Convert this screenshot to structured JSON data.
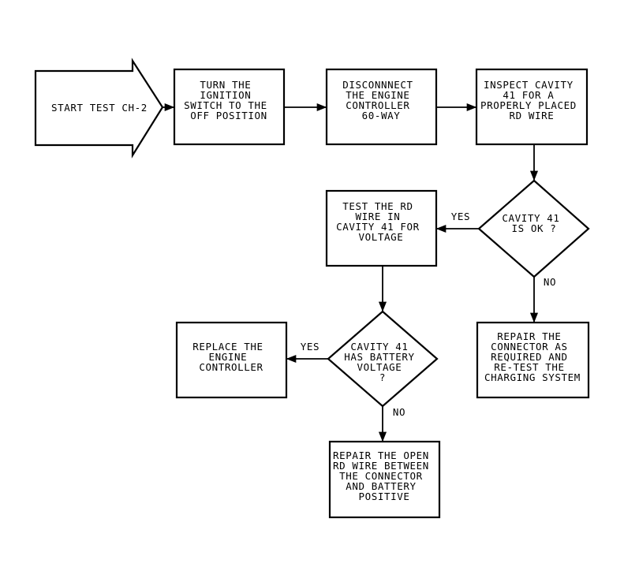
{
  "nodes": {
    "start": [
      "START TEST CH-2"
    ],
    "turn_ignition": [
      "TURN THE",
      "IGNITION",
      "SWITCH TO THE",
      "OFF POSITION"
    ],
    "disconnect": [
      "DISCONNNECT",
      "THE ENGINE",
      "CONTROLLER",
      "60-WAY"
    ],
    "inspect": [
      "INSPECT CAVITY",
      "41 FOR A",
      "PROPERLY PLACED",
      "RD WIRE"
    ],
    "cavity_ok": [
      "CAVITY 41",
      "IS OK ?"
    ],
    "test_voltage": [
      "TEST THE RD",
      "WIRE IN",
      "CAVITY 41 FOR",
      "VOLTAGE"
    ],
    "repair_connector": [
      "REPAIR THE",
      "CONNECTOR AS",
      "REQUIRED AND",
      "RE-TEST THE",
      "CHARGING SYSTEM"
    ],
    "has_voltage": [
      "CAVITY 41",
      "HAS BATTERY",
      "VOLTAGE",
      "?"
    ],
    "replace_controller": [
      "REPLACE THE",
      "ENGINE",
      "CONTROLLER"
    ],
    "repair_open": [
      "REPAIR THE OPEN",
      "RD WIRE BETWEEN",
      "THE CONNECTOR",
      "AND BATTERY",
      "POSITIVE"
    ]
  },
  "branch_labels": {
    "yes": "YES",
    "no": "NO"
  }
}
